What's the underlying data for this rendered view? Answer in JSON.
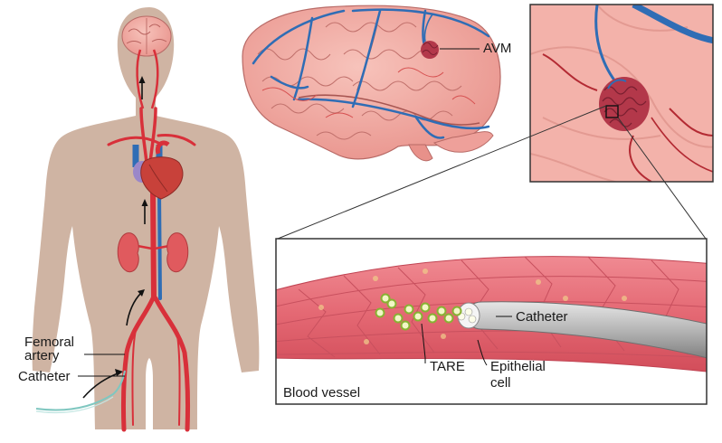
{
  "labels": {
    "avm": "AVM",
    "femoral_line1": "Femoral",
    "femoral_line2": "artery",
    "catheter_body": "Catheter",
    "catheter_vessel": "Catheter",
    "tare": "TARE",
    "epithelial_line1": "Epithelial",
    "epithelial_line2": "cell",
    "blood_vessel": "Blood vessel"
  },
  "colors": {
    "skin": "#cfb4a3",
    "artery": "#d8303a",
    "vein": "#2f6db5",
    "brain": "#f2a9a0",
    "heart": "#c8413a",
    "vessel_wall": "#e9717a",
    "catheter": "#a9a9a9",
    "tare_particle": "#f2f7c6"
  }
}
